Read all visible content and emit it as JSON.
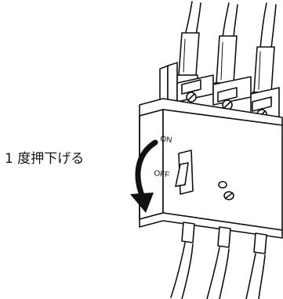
{
  "figure": {
    "instruction": "1 度押下げる",
    "switch_on_label": "ON",
    "switch_off_label": "OFF",
    "arrow_direction": "down",
    "line_color": "#111111",
    "arrow_color": "#111111"
  }
}
